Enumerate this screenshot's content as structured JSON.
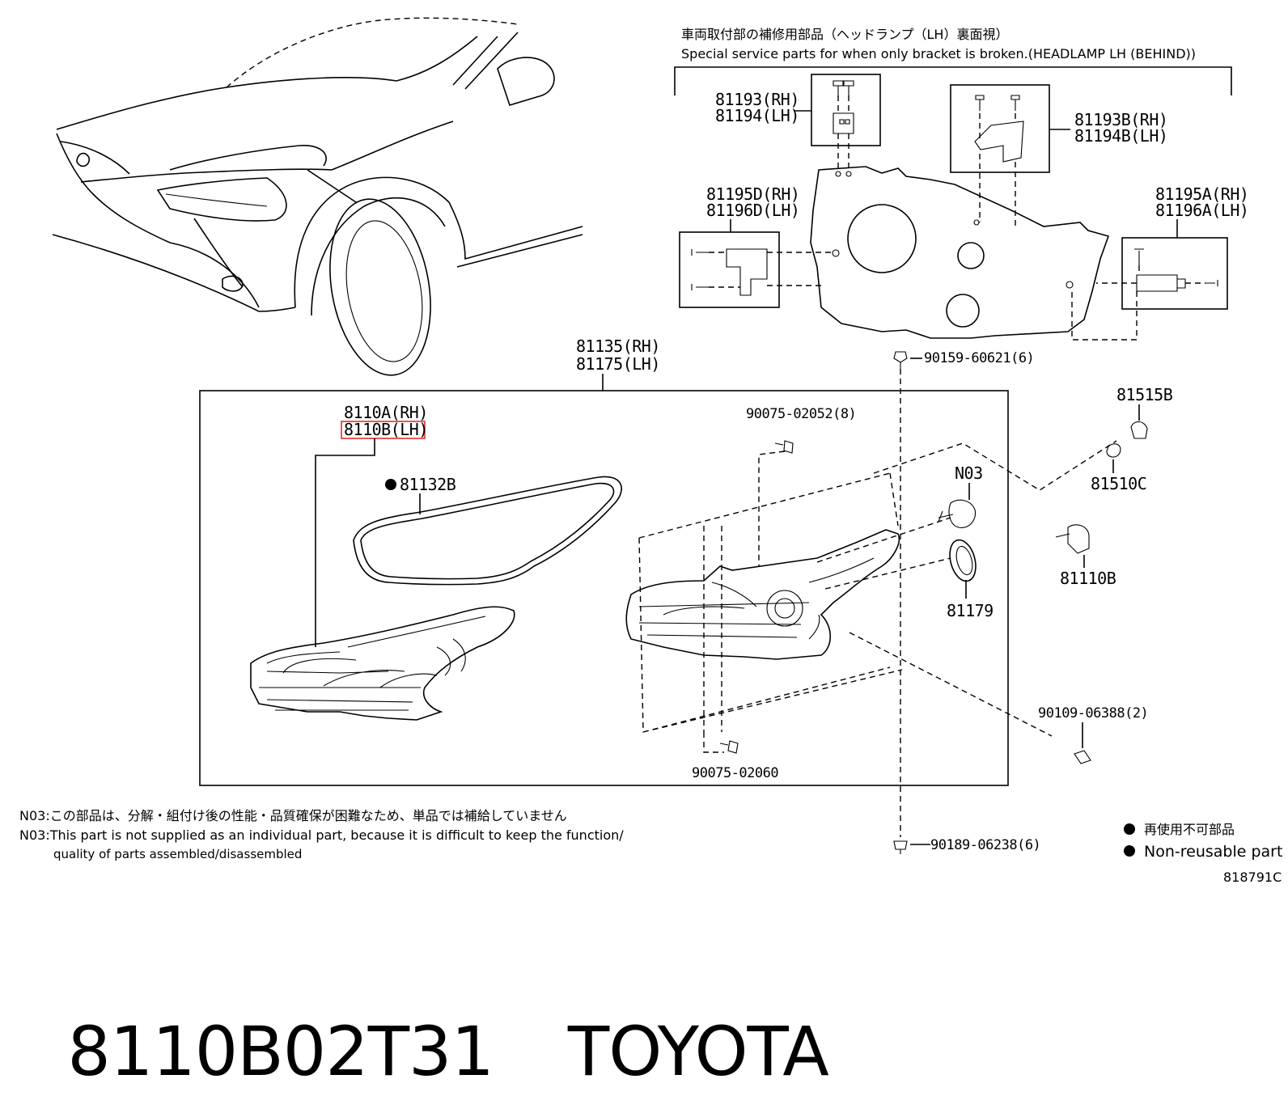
{
  "service_parts": {
    "title_jp": "車両取付部の補修用部品（ヘッドランプ（LH）裏面視）",
    "title_en": "Special service parts for when only bracket is broken.(HEADLAMP LH (BEHIND))",
    "bracket_top_center": [
      "81193(RH)",
      "81194(LH)"
    ],
    "bracket_top_right": [
      "81193B(RH)",
      "81194B(LH)"
    ],
    "bracket_left": [
      "81195D(RH)",
      "81196D(LH)"
    ],
    "bracket_right": [
      "81195A(RH)",
      "81196A(LH)"
    ]
  },
  "parts": {
    "assembly": [
      "81135(RH)",
      "81175(LH)"
    ],
    "unit": [
      "8110A(RH)",
      "8110B(LH)"
    ],
    "gasket": "81132B",
    "screw_upper": "90075-02052(8)",
    "screw_lower": "90075-02060",
    "bolt_top": "90159-60621(6)",
    "bolt_bottom": "90189-06238(6)",
    "screw_right": "90109-06388(2)",
    "bulb_socket_small": "81515B",
    "bulb": "81510C",
    "n03": "N03",
    "cap": "81179",
    "socket": "81110B"
  },
  "notes": {
    "n03_jp": "N03:この部品は、分解・組付け後の性能・品質確保が困難なため、単品では補給していません",
    "n03_en_1": "N03:This part is not supplied as an individual part, because it is difficult to keep the function/",
    "n03_en_2": "quality of parts assembled/disassembled"
  },
  "legend": {
    "non_reusable_jp": "再使用不可部品",
    "non_reusable_en": "Non-reusable part"
  },
  "illustration_id": "818791C",
  "caption": {
    "part_number": "8110B02T31",
    "brand": "TOYOTA"
  },
  "colors": {
    "highlight": "#e03030",
    "ink": "#000000"
  }
}
